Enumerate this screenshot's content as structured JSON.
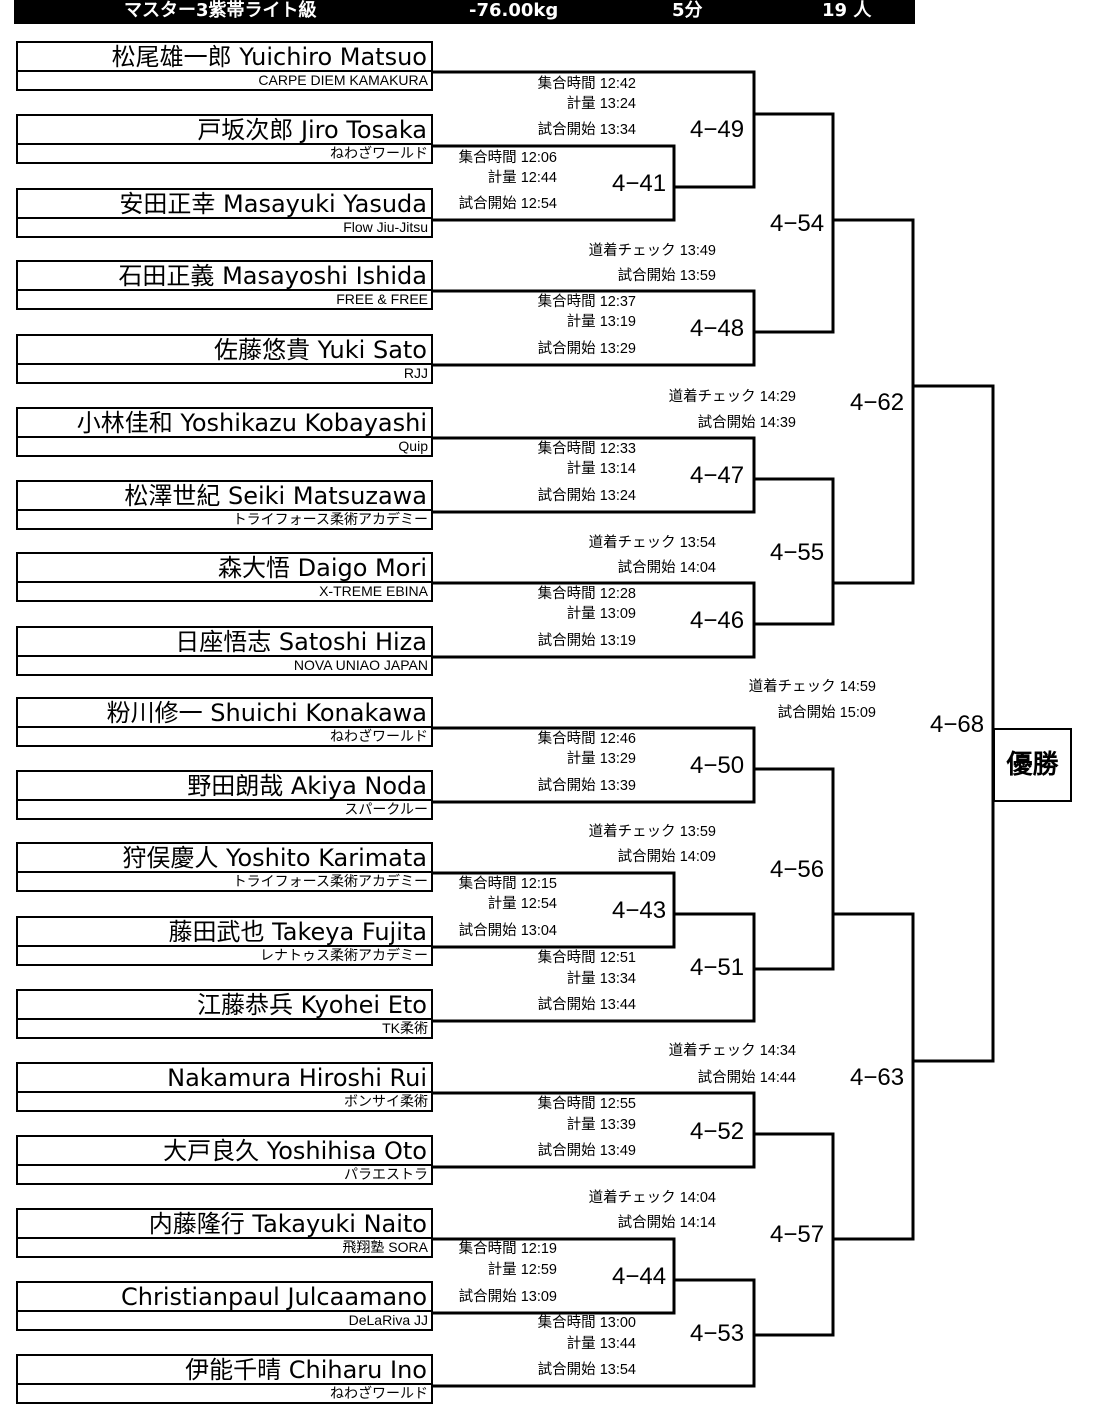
{
  "header": {
    "division": "マスター3紫帯ライト級",
    "weight": "-76.00kg",
    "time": "5分",
    "count": "19 人"
  },
  "players": [
    {
      "name": "松尾雄一郎 Yuichiro Matsuo",
      "team": "CARPE DIEM KAMAKURA"
    },
    {
      "name": "戸坂次郎 Jiro Tosaka",
      "team": "ねわざワールド"
    },
    {
      "name": "安田正幸 Masayuki Yasuda",
      "team": "Flow Jiu-Jitsu"
    },
    {
      "name": "石田正義 Masayoshi Ishida",
      "team": "FREE & FREE"
    },
    {
      "name": "佐藤悠貴 Yuki Sato",
      "team": "RJJ"
    },
    {
      "name": "小林佳和 Yoshikazu Kobayashi",
      "team": "Quip"
    },
    {
      "name": "松澤世紀 Seiki Matsuzawa",
      "team": "トライフォース柔術アカデミー"
    },
    {
      "name": "森大悟 Daigo Mori",
      "team": "X-TREME EBINA"
    },
    {
      "name": "日座悟志 Satoshi Hiza",
      "team": "NOVA UNIAO JAPAN"
    },
    {
      "name": "粉川修一 Shuichi Konakawa",
      "team": "ねわざワールド"
    },
    {
      "name": "野田朗哉 Akiya Noda",
      "team": "スパークルー"
    },
    {
      "name": "狩俣慶人 Yoshito Karimata",
      "team": "トライフォース柔術アカデミー"
    },
    {
      "name": "藤田武也 Takeya Fujita",
      "team": "レナトゥス柔術アカデミー"
    },
    {
      "name": "江藤恭兵 Kyohei Eto",
      "team": "TK柔術"
    },
    {
      "name": "Nakamura Hiroshi Rui",
      "team": "ボンサイ柔術"
    },
    {
      "name": "大戸良久 Yoshihisa Oto",
      "team": "パラエストラ"
    },
    {
      "name": "内藤隆行 Takayuki Naito",
      "team": "飛翔塾 SORA"
    },
    {
      "name": "Christianpaul Julcaamano",
      "team": "DeLaRiva JJ"
    },
    {
      "name": "伊能千晴 Chiharu Ino",
      "team": "ねわざワールド"
    }
  ],
  "matches": {
    "m441": "4−41",
    "m443": "4−43",
    "m444": "4−44",
    "m446": "4−46",
    "m447": "4−47",
    "m448": "4−48",
    "m449": "4−49",
    "m450": "4−50",
    "m451": "4−51",
    "m452": "4−52",
    "m453": "4−53",
    "m454": "4−54",
    "m455": "4−55",
    "m456": "4−56",
    "m457": "4−57",
    "m462": "4−62",
    "m463": "4−63",
    "m468": "4−68"
  },
  "info": {
    "i449": [
      "集合時間 12:42",
      "計量 13:24",
      "試合開始 13:34"
    ],
    "i441": [
      "集合時間 12:06",
      "計量 12:44",
      "試合開始 12:54"
    ],
    "i454": [
      "道着チェック 13:49",
      "試合開始 13:59"
    ],
    "i448": [
      "集合時間 12:37",
      "計量 13:19",
      "試合開始 13:29"
    ],
    "i462": [
      "道着チェック 14:29",
      "試合開始 14:39"
    ],
    "i447": [
      "集合時間 12:33",
      "計量 13:14",
      "試合開始 13:24"
    ],
    "i455": [
      "道着チェック 13:54",
      "試合開始 14:04"
    ],
    "i446": [
      "集合時間 12:28",
      "計量 13:09",
      "試合開始 13:19"
    ],
    "i468": [
      "道着チェック 14:59",
      "試合開始 15:09"
    ],
    "i450": [
      "集合時間 12:46",
      "計量 13:29",
      "試合開始 13:39"
    ],
    "i456": [
      "道着チェック 13:59",
      "試合開始 14:09"
    ],
    "i443": [
      "集合時間 12:15",
      "計量 12:54",
      "試合開始 13:04"
    ],
    "i451": [
      "集合時間 12:51",
      "計量 13:34",
      "試合開始 13:44"
    ],
    "i463": [
      "道着チェック 14:34",
      "試合開始 14:44"
    ],
    "i452": [
      "集合時間 12:55",
      "計量 13:39",
      "試合開始 13:49"
    ],
    "i457": [
      "道着チェック 14:04",
      "試合開始 14:14"
    ],
    "i444": [
      "集合時間 12:19",
      "計量 12:59",
      "試合開始 13:09"
    ],
    "i453": [
      "集合時間 13:00",
      "計量 13:44",
      "試合開始 13:54"
    ]
  },
  "champion": "優勝"
}
